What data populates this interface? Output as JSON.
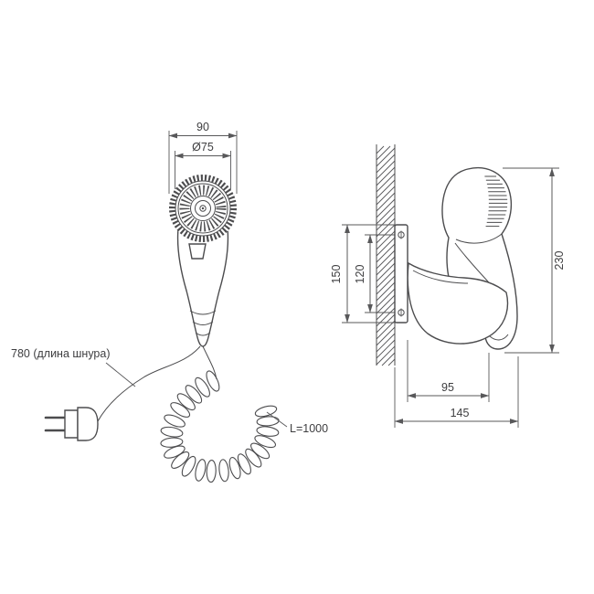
{
  "colors": {
    "background": "#ffffff",
    "line": "#4c4c4e",
    "dim": "#58585a",
    "text": "#3e3e40"
  },
  "front": {
    "width": "90",
    "diameter": "Ø75",
    "cord": "780 (длина шнура)",
    "coil": "L=1000"
  },
  "side": {
    "plate_height": "150",
    "hole_spacing": "120",
    "overall_height": "230",
    "holder_depth": "95",
    "overall_depth": "145"
  }
}
